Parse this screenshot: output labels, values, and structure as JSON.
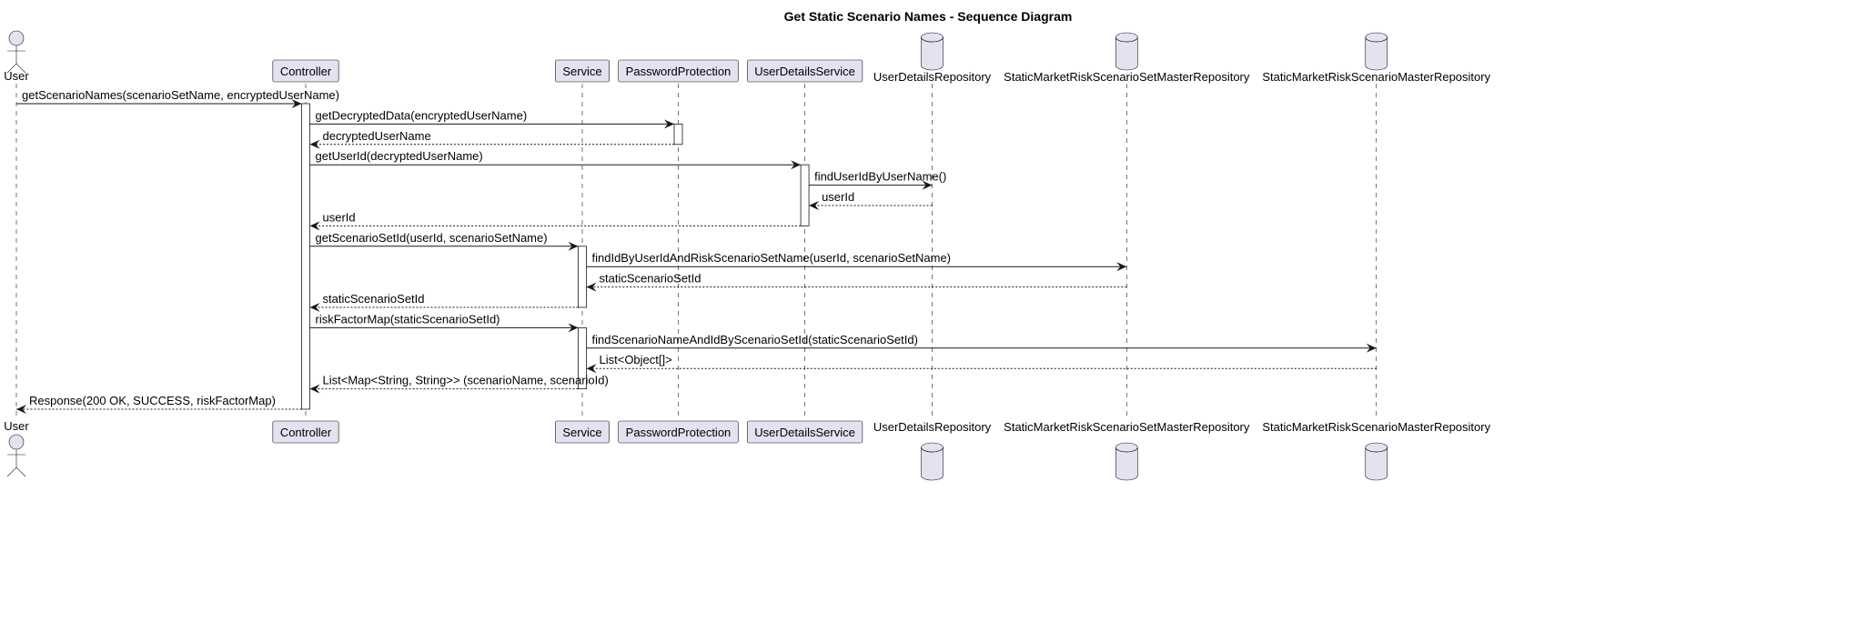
{
  "title": "Get Static Scenario Names - Sequence Diagram",
  "colors": {
    "participant_fill": "#E2E2F0",
    "participant_stroke": "#181818",
    "lifeline": "#181818"
  },
  "participants": [
    {
      "name": "User",
      "kind": "actor"
    },
    {
      "name": "Controller",
      "kind": "participant"
    },
    {
      "name": "Service",
      "kind": "participant"
    },
    {
      "name": "PasswordProtection",
      "kind": "participant"
    },
    {
      "name": "UserDetailsService",
      "kind": "participant"
    },
    {
      "name": "UserDetailsRepository",
      "kind": "database"
    },
    {
      "name": "StaticMarketRiskScenarioSetMasterRepository",
      "kind": "database"
    },
    {
      "name": "StaticMarketRiskScenarioMasterRepository",
      "kind": "database"
    }
  ],
  "messages": [
    {
      "from": 0,
      "to": 1,
      "dashed": false,
      "label": "getScenarioNames(scenarioSetName, encryptedUserName)"
    },
    {
      "from": 1,
      "to": 3,
      "dashed": false,
      "label": "getDecryptedData(encryptedUserName)"
    },
    {
      "from": 3,
      "to": 1,
      "dashed": true,
      "label": "decryptedUserName"
    },
    {
      "from": 1,
      "to": 4,
      "dashed": false,
      "label": "getUserId(decryptedUserName)"
    },
    {
      "from": 4,
      "to": 5,
      "dashed": false,
      "label": "findUserIdByUserName()"
    },
    {
      "from": 5,
      "to": 4,
      "dashed": true,
      "label": "userId"
    },
    {
      "from": 4,
      "to": 1,
      "dashed": true,
      "label": "userId"
    },
    {
      "from": 1,
      "to": 2,
      "dashed": false,
      "label": "getScenarioSetId(userId, scenarioSetName)"
    },
    {
      "from": 2,
      "to": 6,
      "dashed": false,
      "label": "findIdByUserIdAndRiskScenarioSetName(userId, scenarioSetName)"
    },
    {
      "from": 6,
      "to": 2,
      "dashed": true,
      "label": "staticScenarioSetId"
    },
    {
      "from": 2,
      "to": 1,
      "dashed": true,
      "label": "staticScenarioSetId"
    },
    {
      "from": 1,
      "to": 2,
      "dashed": false,
      "label": "riskFactorMap(staticScenarioSetId)"
    },
    {
      "from": 2,
      "to": 7,
      "dashed": false,
      "label": "findScenarioNameAndIdByScenarioSetId(staticScenarioSetId)"
    },
    {
      "from": 7,
      "to": 2,
      "dashed": true,
      "label": "List<Object[]>"
    },
    {
      "from": 2,
      "to": 1,
      "dashed": true,
      "label": "List<Map<String, String>> (scenarioName, scenarioId)"
    },
    {
      "from": 1,
      "to": 0,
      "dashed": true,
      "label": "Response(200 OK, SUCCESS, riskFactorMap)"
    }
  ]
}
